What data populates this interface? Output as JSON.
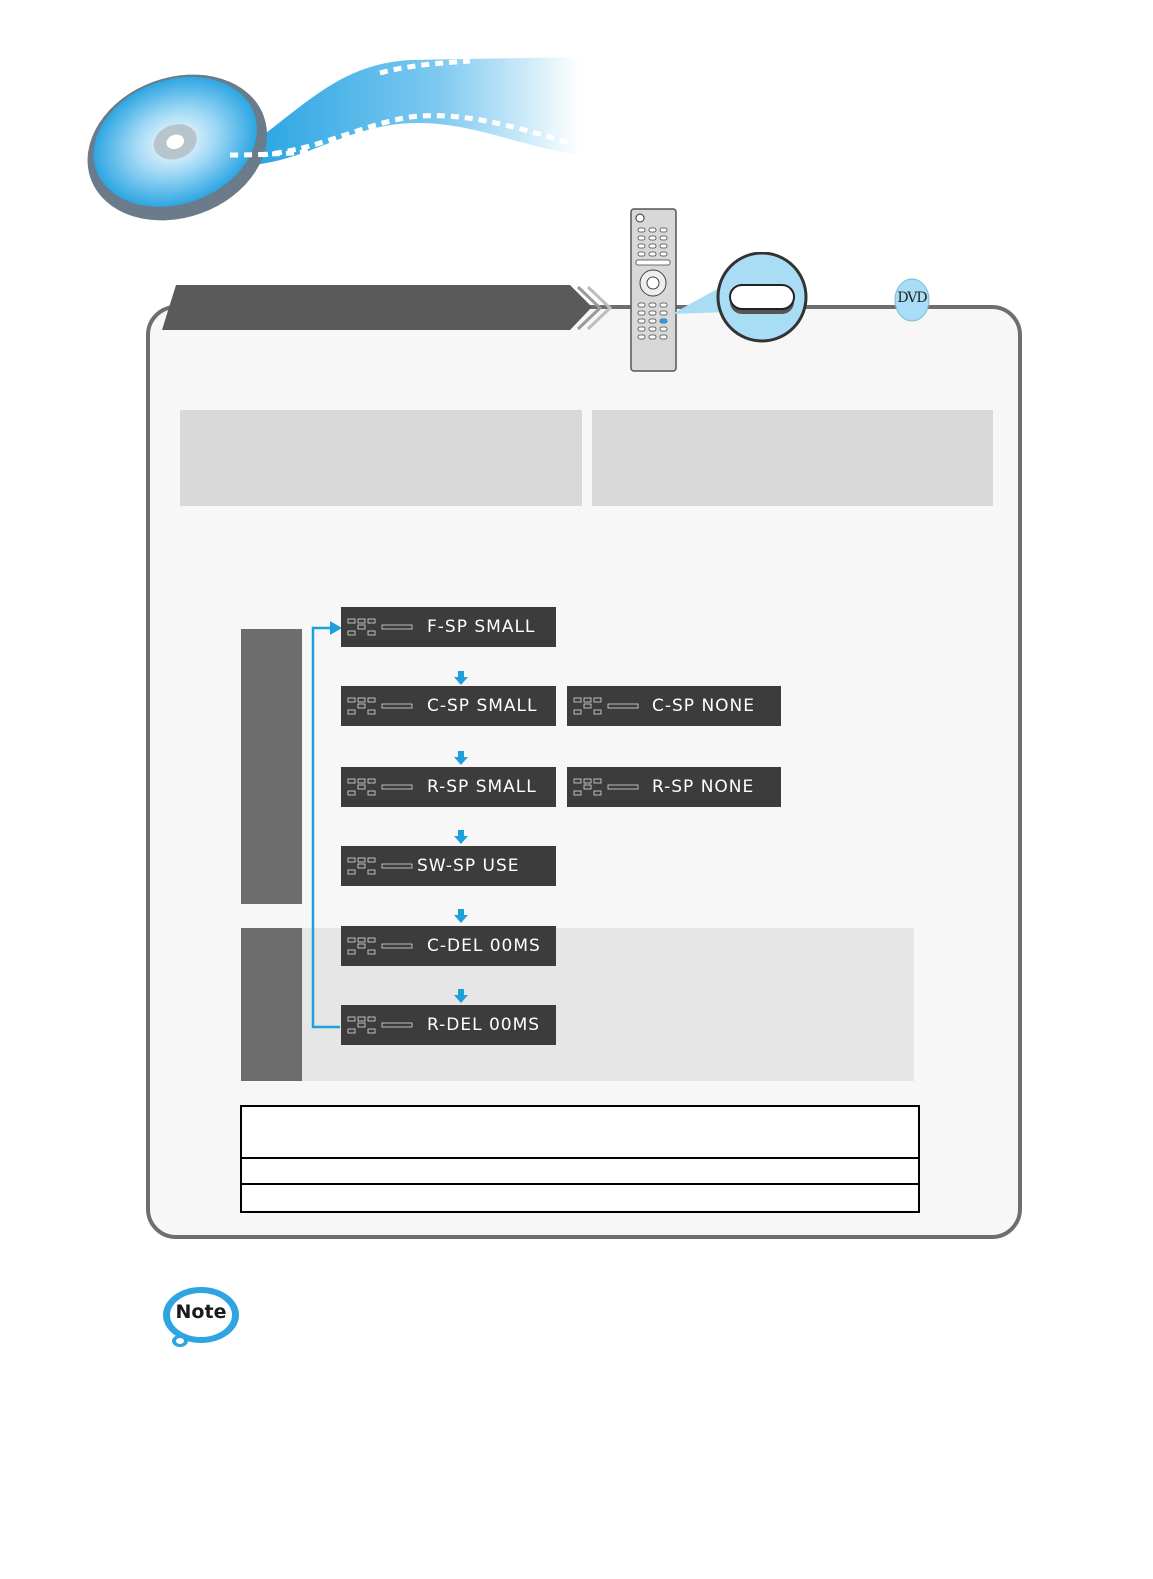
{
  "dvd_badge": "DVD",
  "note_label": "Note",
  "lcd_screens": {
    "front_small": {
      "prefix": "F",
      "label": "-SP SMALL"
    },
    "center_small": {
      "prefix": "C",
      "label": "-SP SMALL"
    },
    "center_none": {
      "prefix": "C",
      "label": "-SP NONE"
    },
    "rear_small": {
      "prefix": "R",
      "label": "-SP SMALL"
    },
    "rear_none": {
      "prefix": "R",
      "label": "-SP NONE"
    },
    "subwoofer_use": {
      "prefix": "SW",
      "label": "-SP USE"
    },
    "center_delay": {
      "prefix": "C",
      "label": "-DEL 00MS"
    },
    "rear_delay": {
      "prefix": "R",
      "label": "-DEL 00MS"
    }
  },
  "colors": {
    "accent_blue": "#1fa0dc",
    "lcd_background": "#3c3c3c",
    "sidebar_gray": "#6d6d6d",
    "panel_border": "#6e6e6e"
  }
}
